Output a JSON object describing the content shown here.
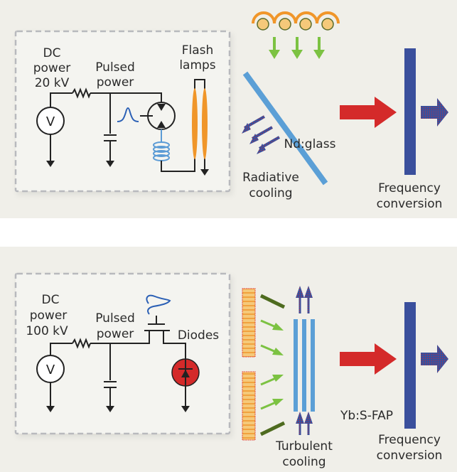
{
  "top_panel": {
    "title": "Flash-lamp-pumped Nd:glass laser",
    "circuit": {
      "dc_source_line1": "DC",
      "dc_source_line2": "power",
      "dc_source_line3": "20 kV",
      "pulsed_line1": "Pulsed",
      "pulsed_line2": "power",
      "lamps_line1": "Flash",
      "lamps_line2": "lamps",
      "voltage_symbol": "V"
    },
    "gain_medium": "Nd:glass",
    "cooling_line1": "Radiative",
    "cooling_line2": "cooling",
    "conversion_line1": "Frequency",
    "conversion_line2": "conversion"
  },
  "bottom_panel": {
    "title": "Diode-pumped Yb:S-FAP laser",
    "circuit": {
      "dc_source_line1": "DC",
      "dc_source_line2": "power",
      "dc_source_line3": "100 kV",
      "pulsed_line1": "Pulsed",
      "pulsed_line2": "power",
      "diodes_label": "Diodes",
      "voltage_symbol": "V"
    },
    "gain_medium": "Yb:S-FAP",
    "cooling_line1": "Turbulent",
    "cooling_line2": "cooling",
    "conversion_line1": "Frequency",
    "conversion_line2": "conversion"
  },
  "colors": {
    "background": "#f0efe9",
    "circuit_box": "#f4f4f0",
    "dashed_border": "#b8b9bd",
    "wire": "#222222",
    "pulse_blue": "#2a5fb5",
    "coil_blue": "#5b9bd5",
    "flash_orange": "#f0962a",
    "lamp_fill": "#f5c97a",
    "pump_green": "#7cc242",
    "dark_green": "#4e6b1f",
    "slab_blue": "#5b9fd6",
    "converter_blue": "#3a4f9c",
    "beam_red": "#d42a2a",
    "diode_red": "#d42a2a"
  }
}
